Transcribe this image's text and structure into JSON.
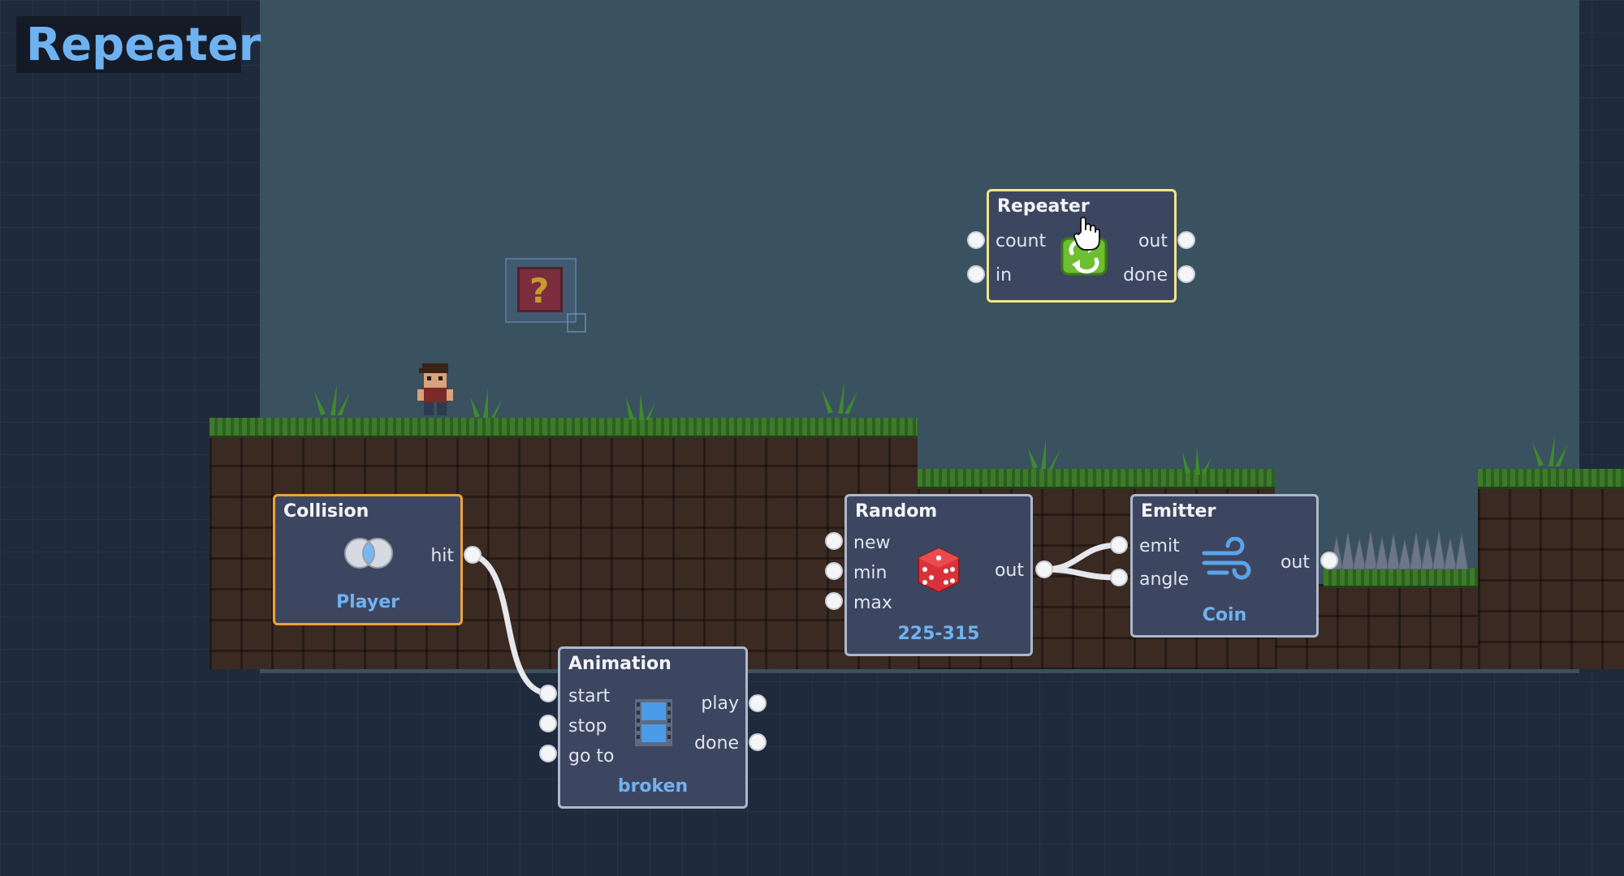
{
  "header": {
    "title": "Repeater"
  },
  "nodes": {
    "collision": {
      "title": "Collision",
      "subtitle": "Player",
      "out_port": "hit"
    },
    "animation": {
      "title": "Animation",
      "subtitle": "broken",
      "in_ports": [
        "start",
        "stop",
        "go to"
      ],
      "out_ports": [
        "play",
        "done"
      ]
    },
    "random": {
      "title": "Random",
      "subtitle": "225-315",
      "in_ports": [
        "new",
        "min",
        "max"
      ],
      "out_port": "out"
    },
    "emitter": {
      "title": "Emitter",
      "subtitle": "Coin",
      "in_ports": [
        "emit",
        "angle"
      ],
      "out_port": "out"
    },
    "repeater": {
      "title": "Repeater",
      "in_ports": [
        "count",
        "in"
      ],
      "out_ports": [
        "out",
        "done"
      ]
    }
  },
  "colors": {
    "title_text": "#6fb2f2",
    "node_bg": "#3d4660",
    "selected_orange": "#f0a23a",
    "selected_yellow": "#f0e48c",
    "sky": "#3a5160"
  },
  "icons": [
    "venn-overlap-icon",
    "film-strip-icon",
    "dice-icon",
    "wind-icon",
    "repeat-arrows-icon",
    "hand-cursor-icon",
    "question-block-icon"
  ]
}
